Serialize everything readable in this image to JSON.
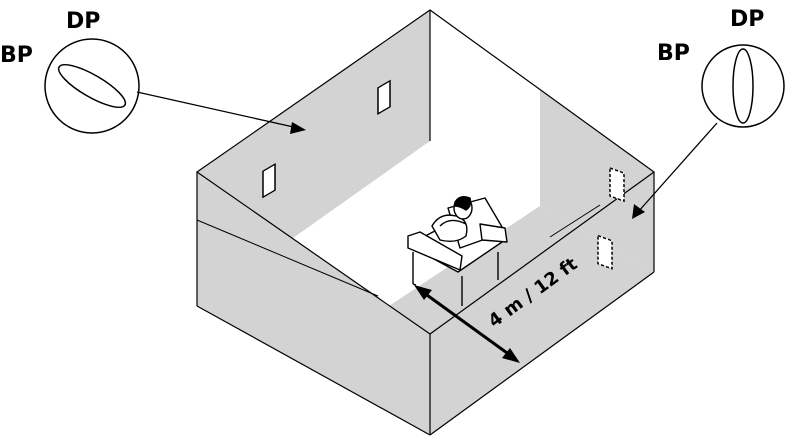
{
  "labels": {
    "left_dp": "DP",
    "left_bp": "BP",
    "right_dp": "DP",
    "right_bp": "BP",
    "distance": "4 m / 12 ft"
  },
  "colors": {
    "wall_shade": "#d3d3d3",
    "floor_shade": "#d3d3d3",
    "line": "#000000",
    "background": "#ffffff"
  },
  "icons": {
    "listener": "person-in-armchair-icon",
    "left_polar": "bipolar-polar-pattern-icon",
    "right_polar": "dipolar-polar-pattern-icon",
    "speaker": "speaker-outline-icon"
  }
}
